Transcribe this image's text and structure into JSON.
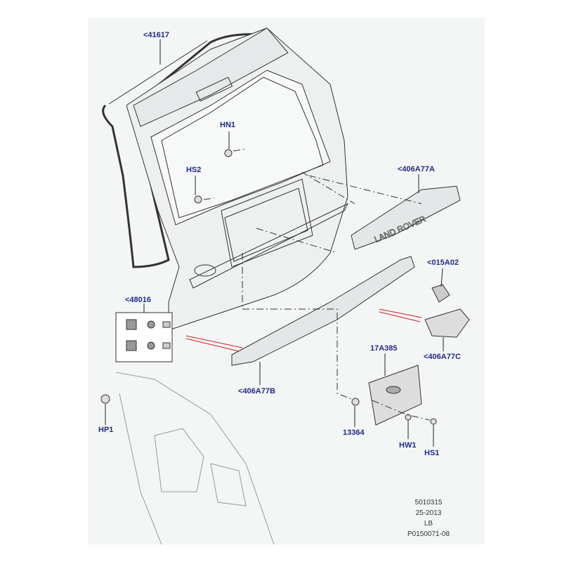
{
  "labels": {
    "p41617": "<41617",
    "hn1": "HN1",
    "hs2": "HS2",
    "p406A77A": "<406A77A",
    "p015A02": "<015A02",
    "p48016": "<48016",
    "p406A77C": "<406A77C",
    "p17A385": "17A385",
    "p406A77B": "<406A77B",
    "hp1": "HP1",
    "p13364": "13364",
    "hw1": "HW1",
    "hs1": "HS1"
  },
  "badge_text": "LAND ROVER",
  "meta": {
    "code": "5010315",
    "date": "25-2013",
    "market": "LB",
    "ref": "P0150071-08"
  },
  "colors": {
    "label": "#1e2a8c",
    "leader_red": "#d02020",
    "panel": "#f4f6f6"
  }
}
